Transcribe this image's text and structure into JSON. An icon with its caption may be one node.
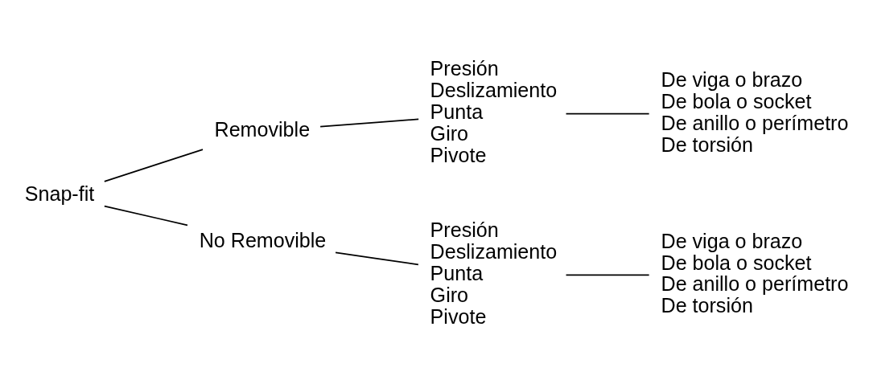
{
  "diagram": {
    "nodes": [
      {
        "text": [
          "Snap-fit"
        ]
      },
      {
        "text": [
          "Removible"
        ]
      },
      {
        "text": [
          "No Removible"
        ]
      },
      {
        "text": [
          "Presión",
          "Deslizamiento",
          "Punta",
          "Giro",
          "Pivote"
        ]
      },
      {
        "text": [
          "De viga o brazo",
          "De bola o socket",
          "De anillo o perímetro",
          "De torsión"
        ]
      },
      {
        "text": [
          "Presión",
          "Deslizamiento",
          "Punta",
          "Giro",
          "Pivote"
        ]
      },
      {
        "text": [
          "De viga o brazo",
          "De bola o socket",
          "De anillo o perímetro",
          "De torsión"
        ]
      }
    ],
    "edges": [
      {
        "from": 0,
        "to": 1,
        "arrow": "none"
      },
      {
        "from": 0,
        "to": 2,
        "arrow": "none"
      },
      {
        "from": 1,
        "to": 3,
        "arrow": "none"
      },
      {
        "from": 3,
        "to": 4,
        "arrow": "none"
      },
      {
        "from": 2,
        "to": 5,
        "arrow": "none"
      },
      {
        "from": 5,
        "to": 6,
        "arrow": "none"
      }
    ]
  }
}
